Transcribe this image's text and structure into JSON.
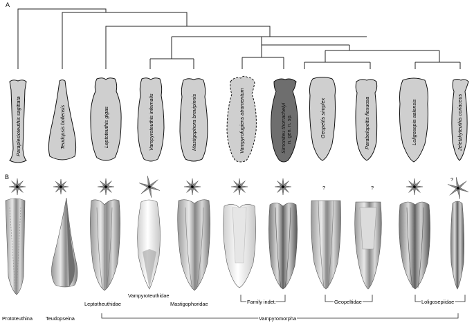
{
  "panels": {
    "a": "A",
    "b": "B"
  },
  "species": [
    {
      "id": "paraplesioteuthis",
      "label": "Paraplesioteuthis sagittata",
      "fill": "#cfcfcf",
      "dashed": false
    },
    {
      "id": "teudopsis",
      "label": "Teudopsis bollensis",
      "fill": "#cfcfcf",
      "dashed": false
    },
    {
      "id": "leptoteuthis",
      "label": "Leptoteuthis gigas",
      "fill": "#cfcfcf",
      "dashed": false
    },
    {
      "id": "vampyroteuthis",
      "label": "Vampyroteuthis infernalis",
      "fill": "#cfcfcf",
      "dashed": false
    },
    {
      "id": "mastigophora",
      "label": "Mastigophora brevipinnis",
      "fill": "#cfcfcf",
      "dashed": false
    },
    {
      "id": "vampyronassa",
      "label": "Vampyrofugiens atramentum",
      "fill": "#cfcfcf",
      "dashed": true
    },
    {
      "id": "simoniteu",
      "label": "Simoniteu thorrachelyi",
      "label2": "n. gen. n. sp.",
      "fill": "#6e6e6e",
      "dashed": false
    },
    {
      "id": "geopeltis",
      "label": "Geopeltis simplex",
      "fill": "#cfcfcf",
      "dashed": false
    },
    {
      "id": "parabelopeltis",
      "label": "Parabelopeltis flexuosa",
      "fill": "#cfcfcf",
      "dashed": false
    },
    {
      "id": "loligosepia",
      "label": "Loligosepia aalensis",
      "fill": "#cfcfcf",
      "dashed": false
    },
    {
      "id": "jeletzkyteuthis",
      "label": "Jeletzkyteuthis coriaceus",
      "fill": "#cfcfcf",
      "dashed": false
    }
  ],
  "question_marks": [
    "?",
    "?",
    "?"
  ],
  "groups": {
    "prototeuthina": "Prototeuthina",
    "teudopseina": "Teudopseina",
    "leptotheuthidae": "Leptotheuthidae",
    "vampyroteuthidae": "Vampyroteuthidae",
    "mastigophoridae": "Mastigophoridae",
    "family_indet": "Family indet.",
    "geopeltidae": "Geopeltidae",
    "loligosepiidae": "Loligosepiidae",
    "vampyromorpha": "Vampyromorpha"
  }
}
